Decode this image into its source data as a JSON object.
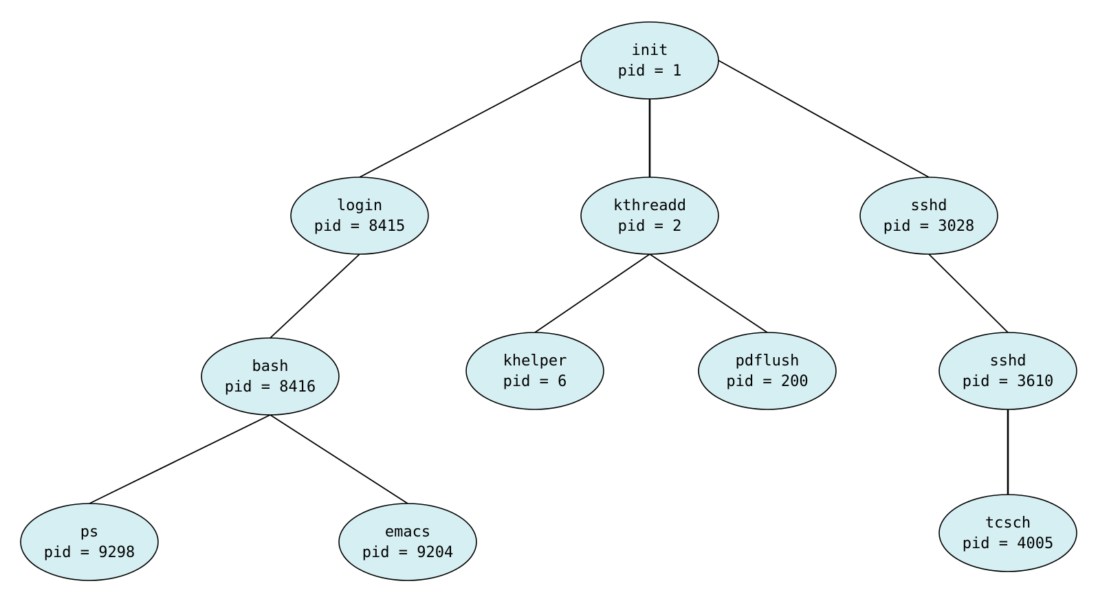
{
  "diagram": {
    "node_fill": "#d6eff2",
    "nodes": [
      {
        "id": "init",
        "name": "init",
        "pid": "pid = 1"
      },
      {
        "id": "login",
        "name": "login",
        "pid": "pid = 8415"
      },
      {
        "id": "kthreadd",
        "name": "kthreadd",
        "pid": "pid = 2"
      },
      {
        "id": "sshd1",
        "name": "sshd",
        "pid": "pid = 3028"
      },
      {
        "id": "bash",
        "name": "bash",
        "pid": "pid = 8416"
      },
      {
        "id": "khelper",
        "name": "khelper",
        "pid": "pid = 6"
      },
      {
        "id": "pdflush",
        "name": "pdflush",
        "pid": "pid = 200"
      },
      {
        "id": "sshd2",
        "name": "sshd",
        "pid": "pid = 3610"
      },
      {
        "id": "ps",
        "name": "ps",
        "pid": "pid = 9298"
      },
      {
        "id": "emacs",
        "name": "emacs",
        "pid": "pid = 9204"
      },
      {
        "id": "tcsch",
        "name": "tcsch",
        "pid": "pid = 4005"
      }
    ],
    "edges": [
      {
        "from": "init",
        "to": "login"
      },
      {
        "from": "init",
        "to": "kthreadd"
      },
      {
        "from": "init",
        "to": "sshd1"
      },
      {
        "from": "login",
        "to": "bash"
      },
      {
        "from": "kthreadd",
        "to": "khelper"
      },
      {
        "from": "kthreadd",
        "to": "pdflush"
      },
      {
        "from": "sshd1",
        "to": "sshd2"
      },
      {
        "from": "bash",
        "to": "ps"
      },
      {
        "from": "bash",
        "to": "emacs"
      },
      {
        "from": "sshd2",
        "to": "tcsch"
      }
    ]
  }
}
